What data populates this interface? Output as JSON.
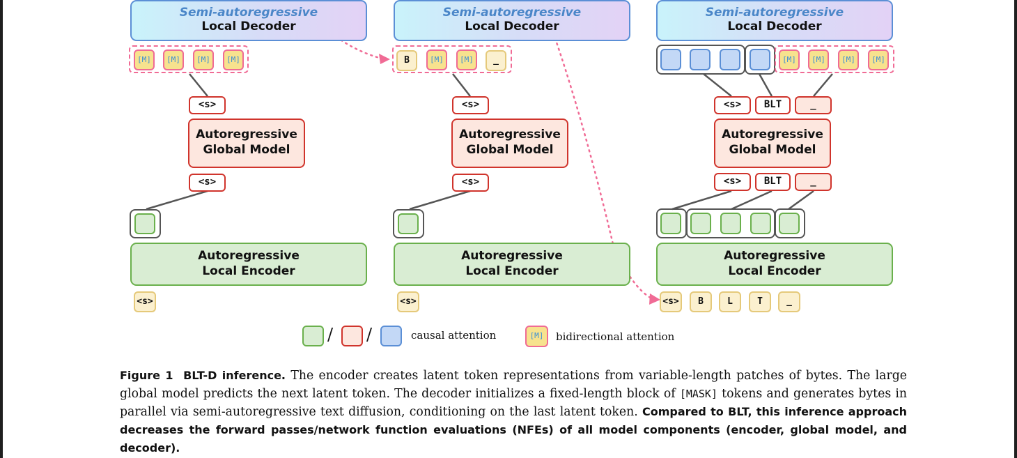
{
  "panels": [
    {
      "decoder": {
        "line1": "Semi-autoregressive",
        "line2": "Local Decoder"
      },
      "decoder_tokens": [
        "[M]",
        "[M]",
        "[M]",
        "[M]"
      ],
      "global_in": "<s>",
      "global": {
        "line1": "Autoregressive",
        "line2": "Global Model"
      },
      "global_out": "<s>",
      "encoder": {
        "line1": "Autoregressive",
        "line2": "Local Encoder"
      },
      "bytes": [
        "<s>"
      ]
    },
    {
      "decoder": {
        "line1": "Semi-autoregressive",
        "line2": "Local Decoder"
      },
      "decoder_tokens": [
        "B",
        "[M]",
        "[M]",
        "_"
      ],
      "global_in": "<s>",
      "global": {
        "line1": "Autoregressive",
        "line2": "Global Model"
      },
      "global_out": "<s>",
      "encoder": {
        "line1": "Autoregressive",
        "line2": "Local Encoder"
      },
      "bytes": [
        "<s>"
      ]
    },
    {
      "decoder": {
        "line1": "Semi-autoregressive",
        "line2": "Local Decoder"
      },
      "decoder_tokens": [
        "[M]",
        "[M]",
        "[M]",
        "[M]"
      ],
      "global_in": [
        "<s>",
        "BLT",
        "_"
      ],
      "global": {
        "line1": "Autoregressive",
        "line2": "Global Model"
      },
      "global_out": [
        "<s>",
        "BLT",
        "_"
      ],
      "encoder": {
        "line1": "Autoregressive",
        "line2": "Local Encoder"
      },
      "bytes": [
        "<s>",
        "B",
        "L",
        "T",
        "_"
      ]
    }
  ],
  "legend": {
    "slash": "/",
    "causal": "causal attention",
    "mask_token": "[M]",
    "bidirectional": "bidirectional attention"
  },
  "caption": {
    "fig_label": "Figure 1",
    "fig_title": "BLT-D inference.",
    "text1": "The encoder creates latent token representations from variable-length patches of bytes. The large global model predicts the next latent token. The decoder initializes a fixed-length block of",
    "mask_word": "[MASK]",
    "text2": "tokens and generates bytes in parallel via semi-autoregressive text diffusion, conditioning on the last latent token.",
    "bold_tail": "Compared to BLT, this inference approach decreases the forward passes/network function evaluations (NFEs) of all model components (encoder, global model, and decoder)."
  },
  "colors": {
    "decoder_border": "#5b8fd6",
    "global_border": "#d0342c",
    "encoder_border": "#6ab04c",
    "mask_pink": "#f06b95",
    "mask_fill": "#f7e28e",
    "byte_fill": "#fbf0cf"
  }
}
